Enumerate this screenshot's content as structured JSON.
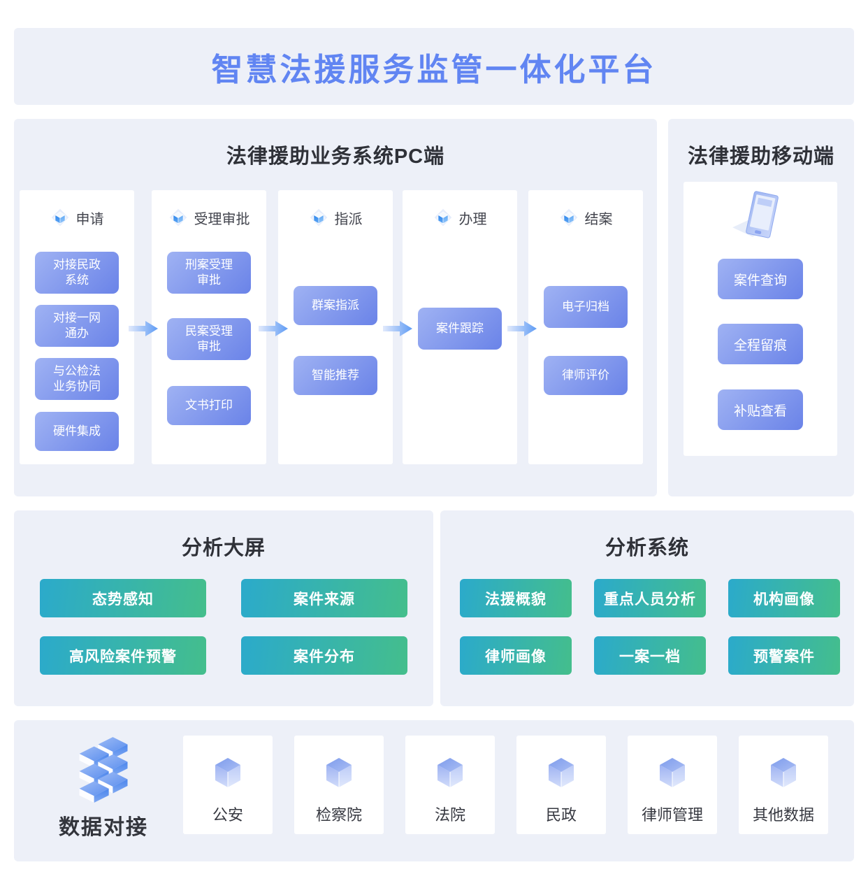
{
  "banner": {
    "title": "智慧法援服务监管一体化平台"
  },
  "pc": {
    "title": "法律援助业务系统PC端",
    "columns": [
      {
        "label": "申请",
        "items": [
          "对接民政\n系统",
          "对接一网\n通办",
          "与公检法\n业务协同",
          "硬件集成"
        ]
      },
      {
        "label": "受理审批",
        "items": [
          "刑案受理\n审批",
          "民案受理\n审批",
          "文书打印"
        ]
      },
      {
        "label": "指派",
        "items": [
          "群案指派",
          "智能推荐"
        ]
      },
      {
        "label": "办理",
        "items": [
          "案件跟踪"
        ]
      },
      {
        "label": "结案",
        "items": [
          "电子归档",
          "律师评价"
        ]
      }
    ]
  },
  "mobile": {
    "title": "法律援助移动端",
    "items": [
      "案件查询",
      "全程留痕",
      "补贴查看"
    ]
  },
  "analysis_screen": {
    "title": "分析大屏",
    "items": [
      "态势感知",
      "案件来源",
      "高风险案件预警",
      "案件分布"
    ]
  },
  "analysis_system": {
    "title": "分析系统",
    "items": [
      "法援概貌",
      "重点人员分析",
      "机构画像",
      "律师画像",
      "一案一档",
      "预警案件"
    ]
  },
  "data_hub": {
    "title": "数据对接",
    "sources": [
      "公安",
      "检察院",
      "法院",
      "民政",
      "律师管理",
      "其他数据"
    ]
  },
  "colors": {
    "title_blue": "#6185F2",
    "panel_bg": "#EDF0F8",
    "chip_blue_start": "#9FB2F3",
    "chip_blue_end": "#6A83E8",
    "chip_green_start": "#2BAACB",
    "chip_green_end": "#44BE8C"
  }
}
